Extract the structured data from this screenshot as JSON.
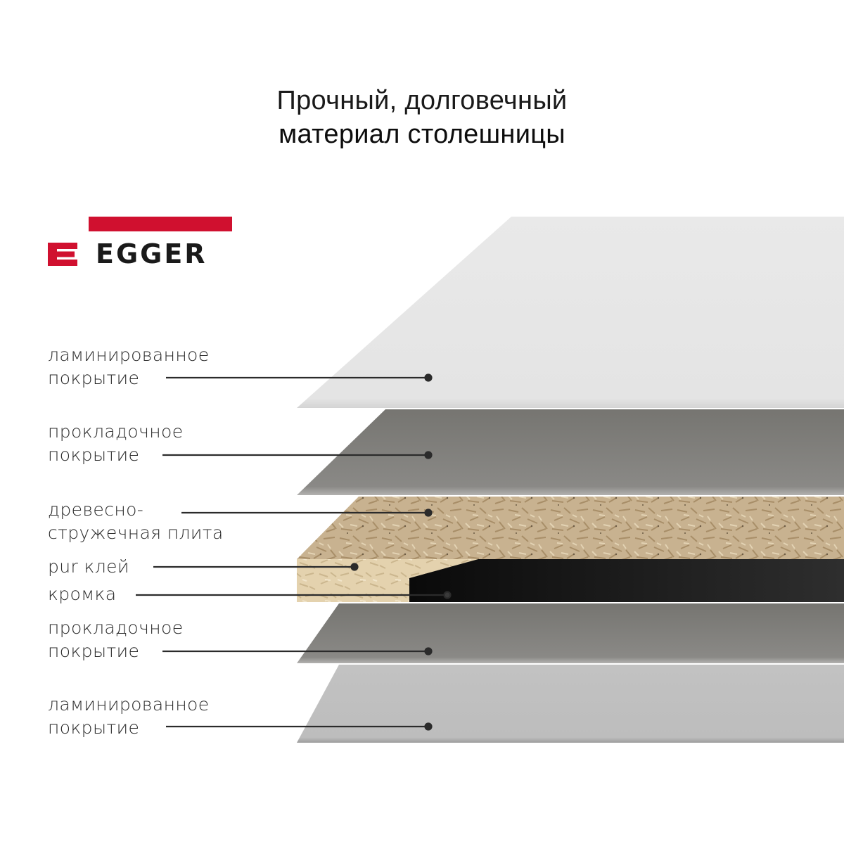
{
  "header": {
    "title_line1": "Прочный, долговечный",
    "title_line2": "материал столешницы"
  },
  "brand": {
    "name": "EGGER",
    "accent_color": "#d0102f",
    "text_color": "#1a1a1a"
  },
  "layers": [
    {
      "id": "top-laminate",
      "label_line1": "ламинированное",
      "label_line2": "покрытие",
      "color": "#e6e6e6"
    },
    {
      "id": "top-underlay",
      "label_line1": "прокладочное",
      "label_line2": "покрытие",
      "color": "#7f7e7a"
    },
    {
      "id": "chipboard",
      "label_line1": "древесно-",
      "label_line2": "стружечная плита",
      "color": "#c9b391"
    },
    {
      "id": "pur-glue",
      "label_line1": "pur клей",
      "color": "#e3d2b0"
    },
    {
      "id": "edge",
      "label_line1": "кромка",
      "color": "#141414"
    },
    {
      "id": "bottom-underlay",
      "label_line1": "прокладочное",
      "label_line2": "покрытие",
      "color": "#85837f"
    },
    {
      "id": "bottom-laminate",
      "label_line1": "ламинированное",
      "label_line2": "покрытие",
      "color": "#c0c0c0"
    }
  ],
  "leader_color": "#2b2b2b"
}
